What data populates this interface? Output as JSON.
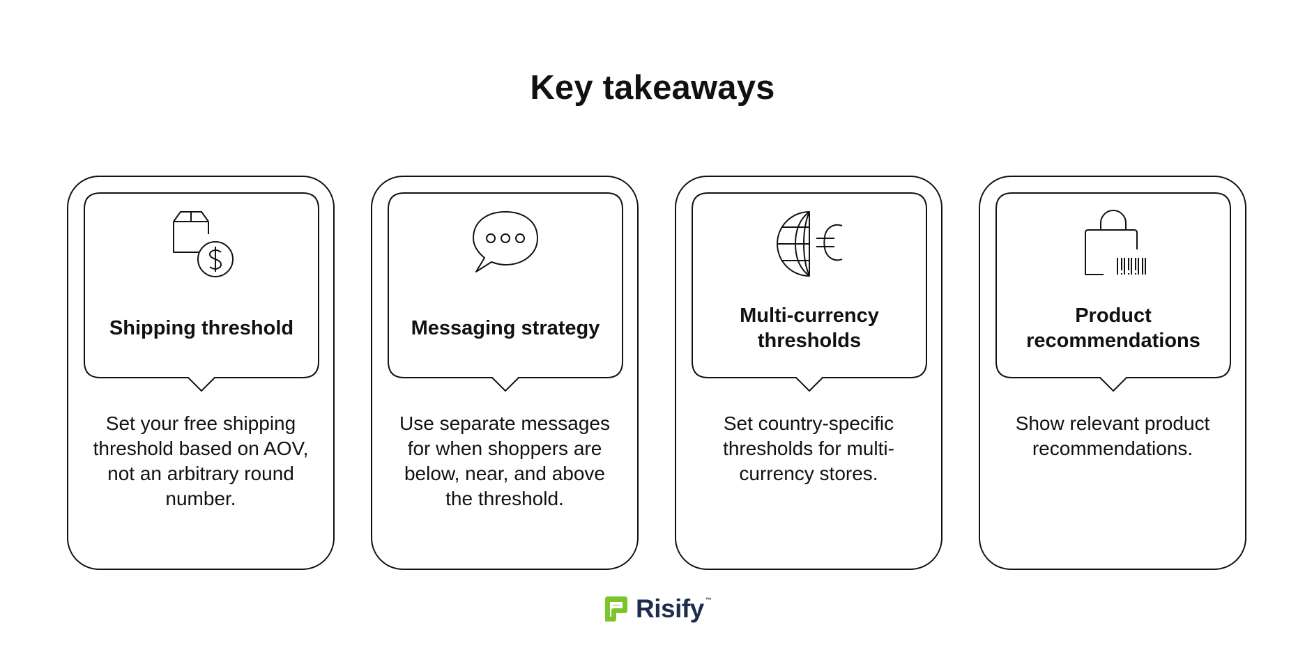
{
  "page": {
    "title": "Key takeaways"
  },
  "cards": [
    {
      "icon": "package-dollar-icon",
      "heading": "Shipping threshold",
      "description": "Set your free shipping threshold based on AOV, not an arbitrary round number."
    },
    {
      "icon": "speech-bubble-icon",
      "heading": "Messaging strategy",
      "description": "Use separate messages for when shoppers are below, near, and above the threshold."
    },
    {
      "icon": "globe-euro-icon",
      "heading": "Multi-currency thresholds",
      "description": "Set country-specific thresholds for multi-currency stores."
    },
    {
      "icon": "shopping-bag-barcode-icon",
      "heading": "Product recommendations",
      "description": "Show relevant product recommendations."
    }
  ],
  "footer": {
    "brand_name": "Risify",
    "trademark": "™",
    "brand_color": "#1d2d4c",
    "mark_color": "#7ac52b"
  }
}
